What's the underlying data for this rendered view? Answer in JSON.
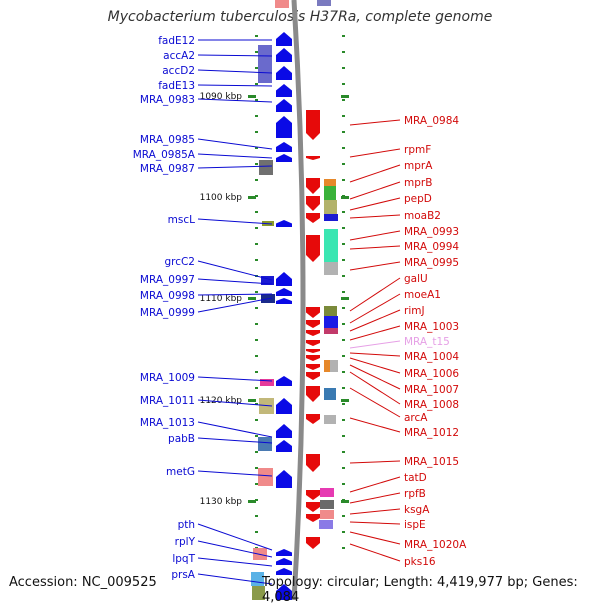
{
  "title": "Mycobacterium tuberculosis H37Ra, complete genome",
  "footer": {
    "accession": "Accession: NC_009525",
    "topology": "Topology: circular; Length: 4,419,977 bp; Genes: 4,084"
  },
  "colors": {
    "left_strand_label": "#0a0ad2",
    "right_strand_label": "#d20a0a",
    "rna_label": "#e6a0e6",
    "genome_line": "#8a8a8a",
    "tick": "#2a8a2a"
  },
  "ruler_labels": [
    "1090 kbp",
    "1100 kbp",
    "1110 kbp",
    "1120 kbp",
    "1130 kbp"
  ],
  "left_genes": [
    "fadE12",
    "accA2",
    "accD2",
    "fadE13",
    "MRA_0983",
    "MRA_0985",
    "MRA_0985A",
    "MRA_0987",
    "mscL",
    "grcC2",
    "MRA_0997",
    "MRA_0998",
    "MRA_0999",
    "MRA_1009",
    "MRA_1011",
    "MRA_1013",
    "pabB",
    "metG",
    "pth",
    "rplY",
    "lpqT",
    "prsA"
  ],
  "right_genes": [
    "MRA_0984",
    "rpmF",
    "mprA",
    "mprB",
    "pepD",
    "moaB2",
    "MRA_0993",
    "MRA_0994",
    "MRA_0995",
    "galU",
    "moeA1",
    "rimJ",
    "MRA_1003",
    "MRA_t15",
    "MRA_1004",
    "MRA_1006",
    "MRA_1007",
    "MRA_1008",
    "arcA",
    "MRA_1012",
    "MRA_1015",
    "tatD",
    "rpfB",
    "ksgA",
    "ispE",
    "MRA_1020A",
    "pks16"
  ]
}
